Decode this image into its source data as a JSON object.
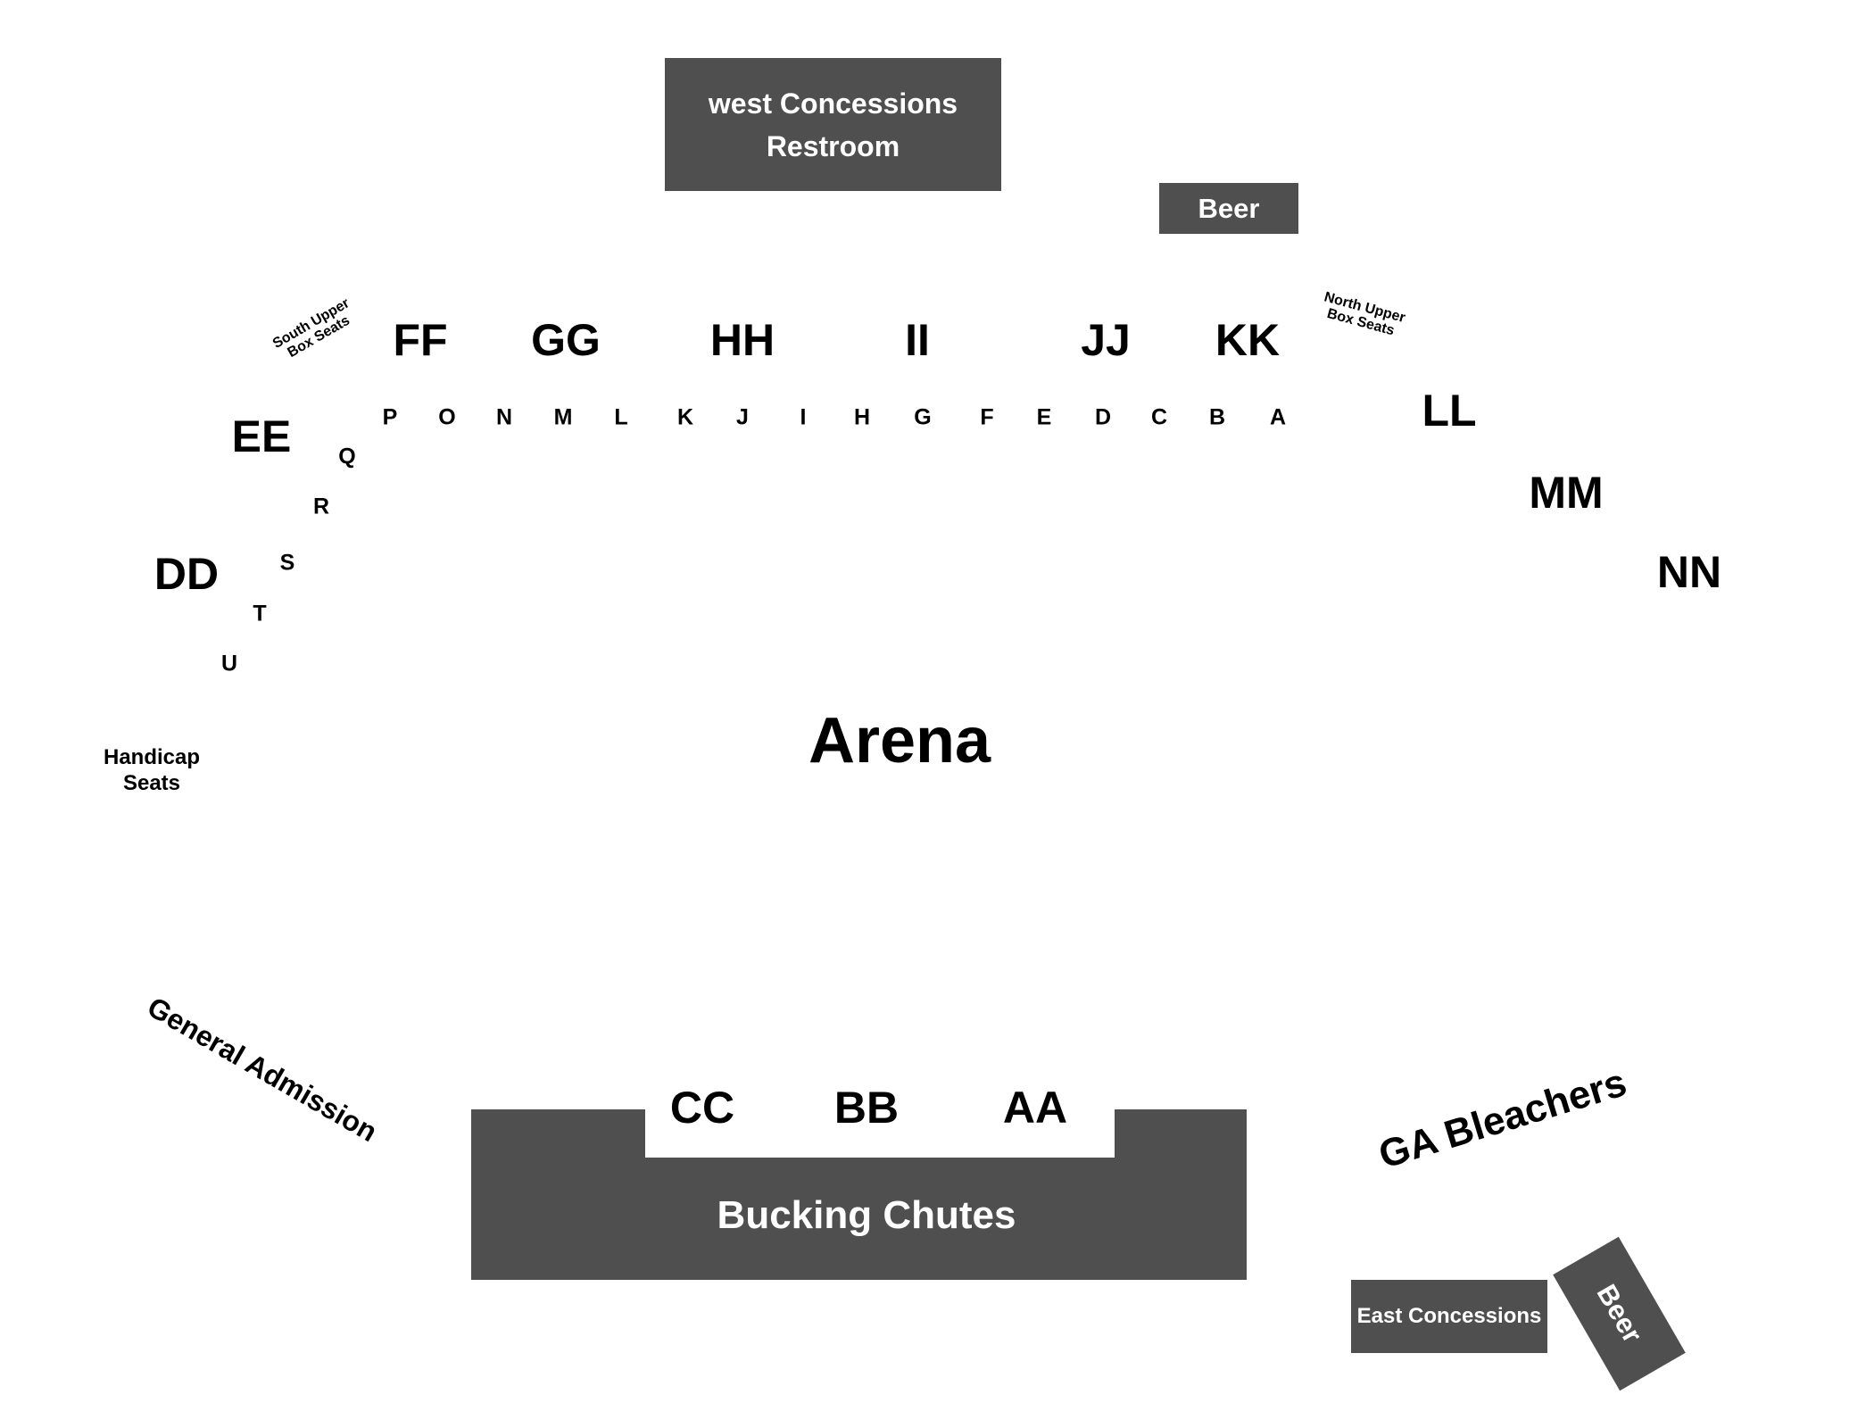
{
  "venue": {
    "arena_label": "Arena",
    "west_concessions": {
      "line1": "west Concessions",
      "line2": "Restroom"
    },
    "beer_top": "Beer",
    "beer_bottom": "Beer",
    "east_concessions": "East Concessions",
    "bucking_chutes": "Bucking Chutes",
    "ga_bleachers": "GA Bleachers",
    "general_admission": "General Admission",
    "handicap": {
      "line1": "Handicap",
      "line2": "Seats"
    },
    "south_upper": {
      "line1": "South Upper",
      "line2": "Box Seats"
    },
    "north_upper": {
      "line1": "North Upper",
      "line2": "Box Seats"
    }
  },
  "sections": {
    "FF": "FF",
    "GG": "GG",
    "HH": "HH",
    "II": "II",
    "JJ": "JJ",
    "KK": "KK",
    "LL": "LL",
    "MM": "MM",
    "NN": "NN",
    "EE": "EE",
    "DD": "DD",
    "CC": "CC",
    "BB": "BB",
    "AA": "AA"
  },
  "rows": {
    "P": "P",
    "O": "O",
    "N": "N",
    "M": "M",
    "L": "L",
    "K": "K",
    "J": "J",
    "I": "I",
    "H": "H",
    "G": "G",
    "F": "F",
    "E": "E",
    "D": "D",
    "C": "C",
    "B": "B",
    "A": "A",
    "Q": "Q",
    "R": "R",
    "S": "S",
    "T": "T",
    "U": "U"
  },
  "colors": {
    "fill": "#4f4f4f",
    "text_on_fill": "#ffffff",
    "text": "#000000",
    "background": "#ffffff"
  }
}
